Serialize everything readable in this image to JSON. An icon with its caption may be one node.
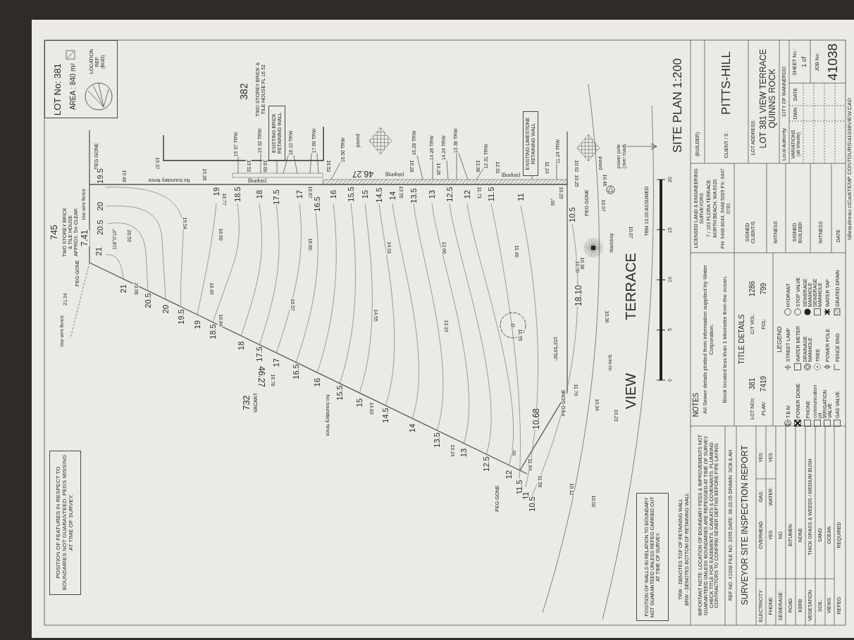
{
  "diagram": {
    "title": "SITE PLAN 1:200",
    "nodes": [
      {
        "text": [
          "LOT No: 381",
          "AREA : 840 m²",
          "LOCATION REF (BUD)"
        ]
      },
      {
        "text": [
          "POSITION OF FEATURES IN RESPECT TO BOUNDARIES NOT GUARANTEED. PEGS MISSING AT TIME OF SURVEY."
        ]
      },
      {
        "text": [
          "EXISTING BRICK RETAINING WALL"
        ]
      },
      {
        "text": [
          "EXISTING LIMESTONE RETAINING WALL"
        ]
      },
      {
        "text": [
          "POSITION OF WALLS IN RELATION TO BOUNDARY NOT GUARANTEED UNLESS REPEG CARRIED OUT AT TIME OF SURVEY."
        ]
      },
      {
        "text": [
          "19.37 TRW"
        ]
      },
      {
        "text": [
          "19.32 TRW"
        ]
      },
      {
        "text": [
          "18.10 TRW"
        ]
      },
      {
        "text": [
          "17.66 TRW"
        ]
      },
      {
        "text": [
          "16.56 TRW"
        ]
      },
      {
        "text": [
          "16.28 TRW"
        ]
      },
      {
        "text": [
          "14.28 TRW"
        ]
      },
      {
        "text": [
          "14.24 TRW"
        ]
      },
      {
        "text": [
          "13.38 TRW"
        ]
      },
      {
        "text": [
          "12.31 TRW"
        ]
      },
      {
        "text": [
          "11.24 TRW"
        ]
      },
      {
        "text": [
          "power pole (over road)"
        ]
      },
      {
        "text": [],
        "shape": "box"
      },
      {
        "text": [],
        "shape": "bar"
      }
    ],
    "edges": [
      {
        "from": 2,
        "to": 17,
        "arrow": "none"
      },
      {
        "from": 3,
        "to": 18,
        "arrow": "none"
      },
      {
        "from": 5,
        "to": 17,
        "arrow": "none"
      },
      {
        "from": 6,
        "to": 17,
        "arrow": "none"
      },
      {
        "from": 7,
        "to": 17,
        "arrow": "none"
      },
      {
        "from": 7,
        "to": 17,
        "arrow": "none"
      },
      {
        "from": 8,
        "to": 17,
        "arrow": "none"
      },
      {
        "from": 8,
        "to": 17,
        "arrow": "none"
      },
      {
        "from": 9,
        "to": 18,
        "arrow": "none"
      },
      {
        "from": 10,
        "to": 18,
        "arrow": "none"
      },
      {
        "from": 11,
        "to": 18,
        "arrow": "none"
      },
      {
        "from": 12,
        "to": 18,
        "arrow": "none"
      },
      {
        "from": 13,
        "to": 18,
        "arrow": "none"
      },
      {
        "from": 13,
        "to": 18,
        "arrow": "none"
      },
      {
        "from": 14,
        "to": 18,
        "arrow": "none"
      },
      {
        "from": 15,
        "to": 18,
        "arrow": "none"
      },
      {
        "from": 16,
        "to": null,
        "arrow": "to"
      }
    ],
    "labels": [
      "745",
      "TWO STOREY BRICK & TILE HOUSE APPROX. 5m CLEAR",
      "PEG GONE",
      "low wire fence",
      "19.5",
      "7.41",
      "20",
      "20.5",
      "21",
      "118°0'10\"",
      "PEG GONE",
      "21.34",
      "low wire fence",
      "19.48",
      "No boundary fence",
      "19.37",
      "19.26",
      "20.53",
      "19.54",
      "19",
      "18.77",
      "18.60",
      "20.56",
      "18.49",
      "18.84",
      "21",
      "20.5",
      "20",
      "19.5",
      "19",
      "18.5",
      "18",
      "17.5",
      "17",
      "16.5",
      "16",
      "15.5",
      "15",
      "14.5",
      "14",
      "13.5",
      "13",
      "12.5",
      "12",
      "11.5",
      "11",
      "10.5",
      "46.27",
      "16.78",
      "No boundary fence",
      "14.83",
      "13.24",
      "732",
      "VACANT",
      "16.60",
      "14.01",
      "12.60",
      "16.57",
      "14.55",
      "13.19",
      "382",
      "TWO STOREY BRICK & TILE HOUSE FL 16.52",
      "(sloping)",
      "19.52",
      "16.60",
      "16.52",
      "paved",
      "46.27",
      "(sloping)",
      "16.28",
      "14.26",
      "13.38",
      "12.31",
      "18.5",
      "18",
      "17.5",
      "17",
      "16.5",
      "16",
      "15.5",
      "15",
      "14.5",
      "14",
      "13.5",
      "13",
      "12.5",
      "12",
      "11.5",
      "11",
      "10.5",
      "16.67",
      "13.95",
      "11.71",
      "(sloping)",
      "11.24",
      "10.92",
      "10.25",
      "10.29",
      "PEG GONE",
      "90°",
      "11.40",
      "10.90",
      "18.10",
      "11.95",
      "153°59'50\"",
      "10.36",
      "no kerb",
      "PEG GONE",
      "11.70",
      "10.34",
      "10.23",
      "10.68",
      "90°",
      "11.64",
      "11.56",
      "PEG GONE",
      "10.12",
      "10.02",
      "10.46",
      "10.07",
      "blackboy",
      "10.38",
      "10.07",
      "TBM 10.00 ASSUMED",
      "paved",
      "VIEW TERRACE",
      "0",
      "5",
      "10",
      "15",
      "20",
      "TRW - DENOTES TOP OF RETAINING WALL",
      "BRW - DENOTES BOTTOM OF RETAINING WALL",
      "IMPORTANT NOTE: LOCATION OF BOUNDARY PEGS & IMPROVEMENTS NOT GUARANTEED UNLESS BOUNDARIES ARE REPEGGED AT TIME OF SURVEY. CHECK TITLE FOR EASEMENTS, CAVEATS & COVENANTS. PLUMBING CONTRACTORS TO CONFIRM SEWER DEPTHS BEFORE PIPE LAYING.",
      "REF NO: 41038 FILE NO: 3395 DATE: 08.03.05 DRAWN: SCB & AH",
      "SURVEYOR SITE INSPECTION REPORT",
      "ELECTRICITY:",
      "OVERHEAD",
      "GAS:",
      "YES",
      "PHONE:",
      "YES",
      "WATER:",
      "YES",
      "SEWERAGE:",
      "NO",
      "ROAD",
      "BITUMEN",
      "KERB",
      "NONE",
      "VEGETATION",
      "THICK GRASS & WEEDS / MEDIUM BUSH",
      "SOIL:",
      "SAND",
      "VIEWS",
      "OCEAN",
      "REPEG",
      "REQUIRED",
      "NOTES",
      "All Sewer details plotted from information supplied by Water Corporation.",
      "Block located less than 1 kilometre from the ocean.",
      "TITLE DETAILS",
      "LOT NOs:",
      "381",
      "C/T VOL:",
      "1286",
      "PLAN:",
      "7419",
      "FOL:",
      "799",
      "LEGEND",
      "LICENSED LAND & ENGINEERING SURVEYORS",
      "7 / 103 FLORA TERRACE",
      "NORTH BEACH, WA 6020",
      "PH: 9448 8044, 9448 5009 FX: 9447 0781",
      "SIGNED CLIENT/S",
      "WITNESS",
      "SIGNED BUILDER",
      "WITNESS",
      "DATE",
      "(BUILDER)",
      "CLIENT / S :",
      "PITTS-HILL",
      "LOT ADDRESS:",
      "LOT 381 VIEW TERRACE QUINNS ROCK",
      "Local Authority",
      "CITY OF WANNEROO",
      "VARIATIONS (all sheets)",
      "DWN",
      "DATE",
      "SHEET No :",
      "1 of",
      "JOB No:",
      "41038",
      "\\\\Beau\\beau c\\Cad\\TEMP CONTOURS\\41038VIEW.CAD"
    ],
    "legend": [
      {
        "text": "T.B.M."
      },
      {
        "text": "STREET LAMP"
      },
      {
        "text": "HYDRANT"
      },
      {
        "text": "POWER DOME"
      },
      {
        "text": "WATER METER"
      },
      {
        "text": "STOP VALVE"
      },
      {
        "text": "PHONE"
      },
      {
        "text": "DRAINAGE MANHOLE"
      },
      {
        "text": "SEWERAGE MANHOLE"
      },
      {
        "text": "communication pit"
      },
      {
        "text": "TREE"
      },
      {
        "text": "SEWERAGE MANHOLE"
      },
      {
        "text": "IRRIGATION VALVE"
      },
      {
        "text": "POWER POLE"
      },
      {
        "text": "WATER TAP"
      },
      {
        "text": "GAS VALVE"
      },
      {
        "text": "FENCE END"
      },
      {
        "text": "GRATED DRAIN"
      }
    ]
  }
}
